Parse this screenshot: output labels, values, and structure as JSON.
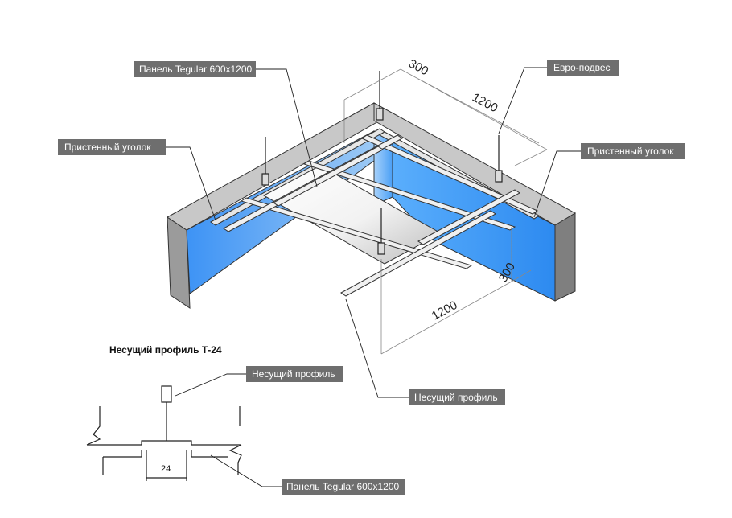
{
  "labels": {
    "panel_top": "Панель Tegular 600x1200",
    "euro_hanger": "Евро-подвес",
    "wall_angle_left": "Пристенный уголок",
    "wall_angle_right": "Пристенный уголок",
    "main_profile_right": "Несущий профиль",
    "main_profile_detail": "Несущий профиль",
    "panel_detail": "Панель Tegular 600x1200"
  },
  "section_title": "Несущий профиль Т-24",
  "dimensions": {
    "top_short": "300",
    "top_long": "1200",
    "right_short": "300",
    "bottom_long": "1200",
    "profile_width": "24"
  },
  "colors": {
    "callout_bg": "#6e6e6e",
    "wall_blue": "#4aa6ff",
    "wall_top": "#c9c9c9",
    "wall_side": "#8c8c8c"
  }
}
